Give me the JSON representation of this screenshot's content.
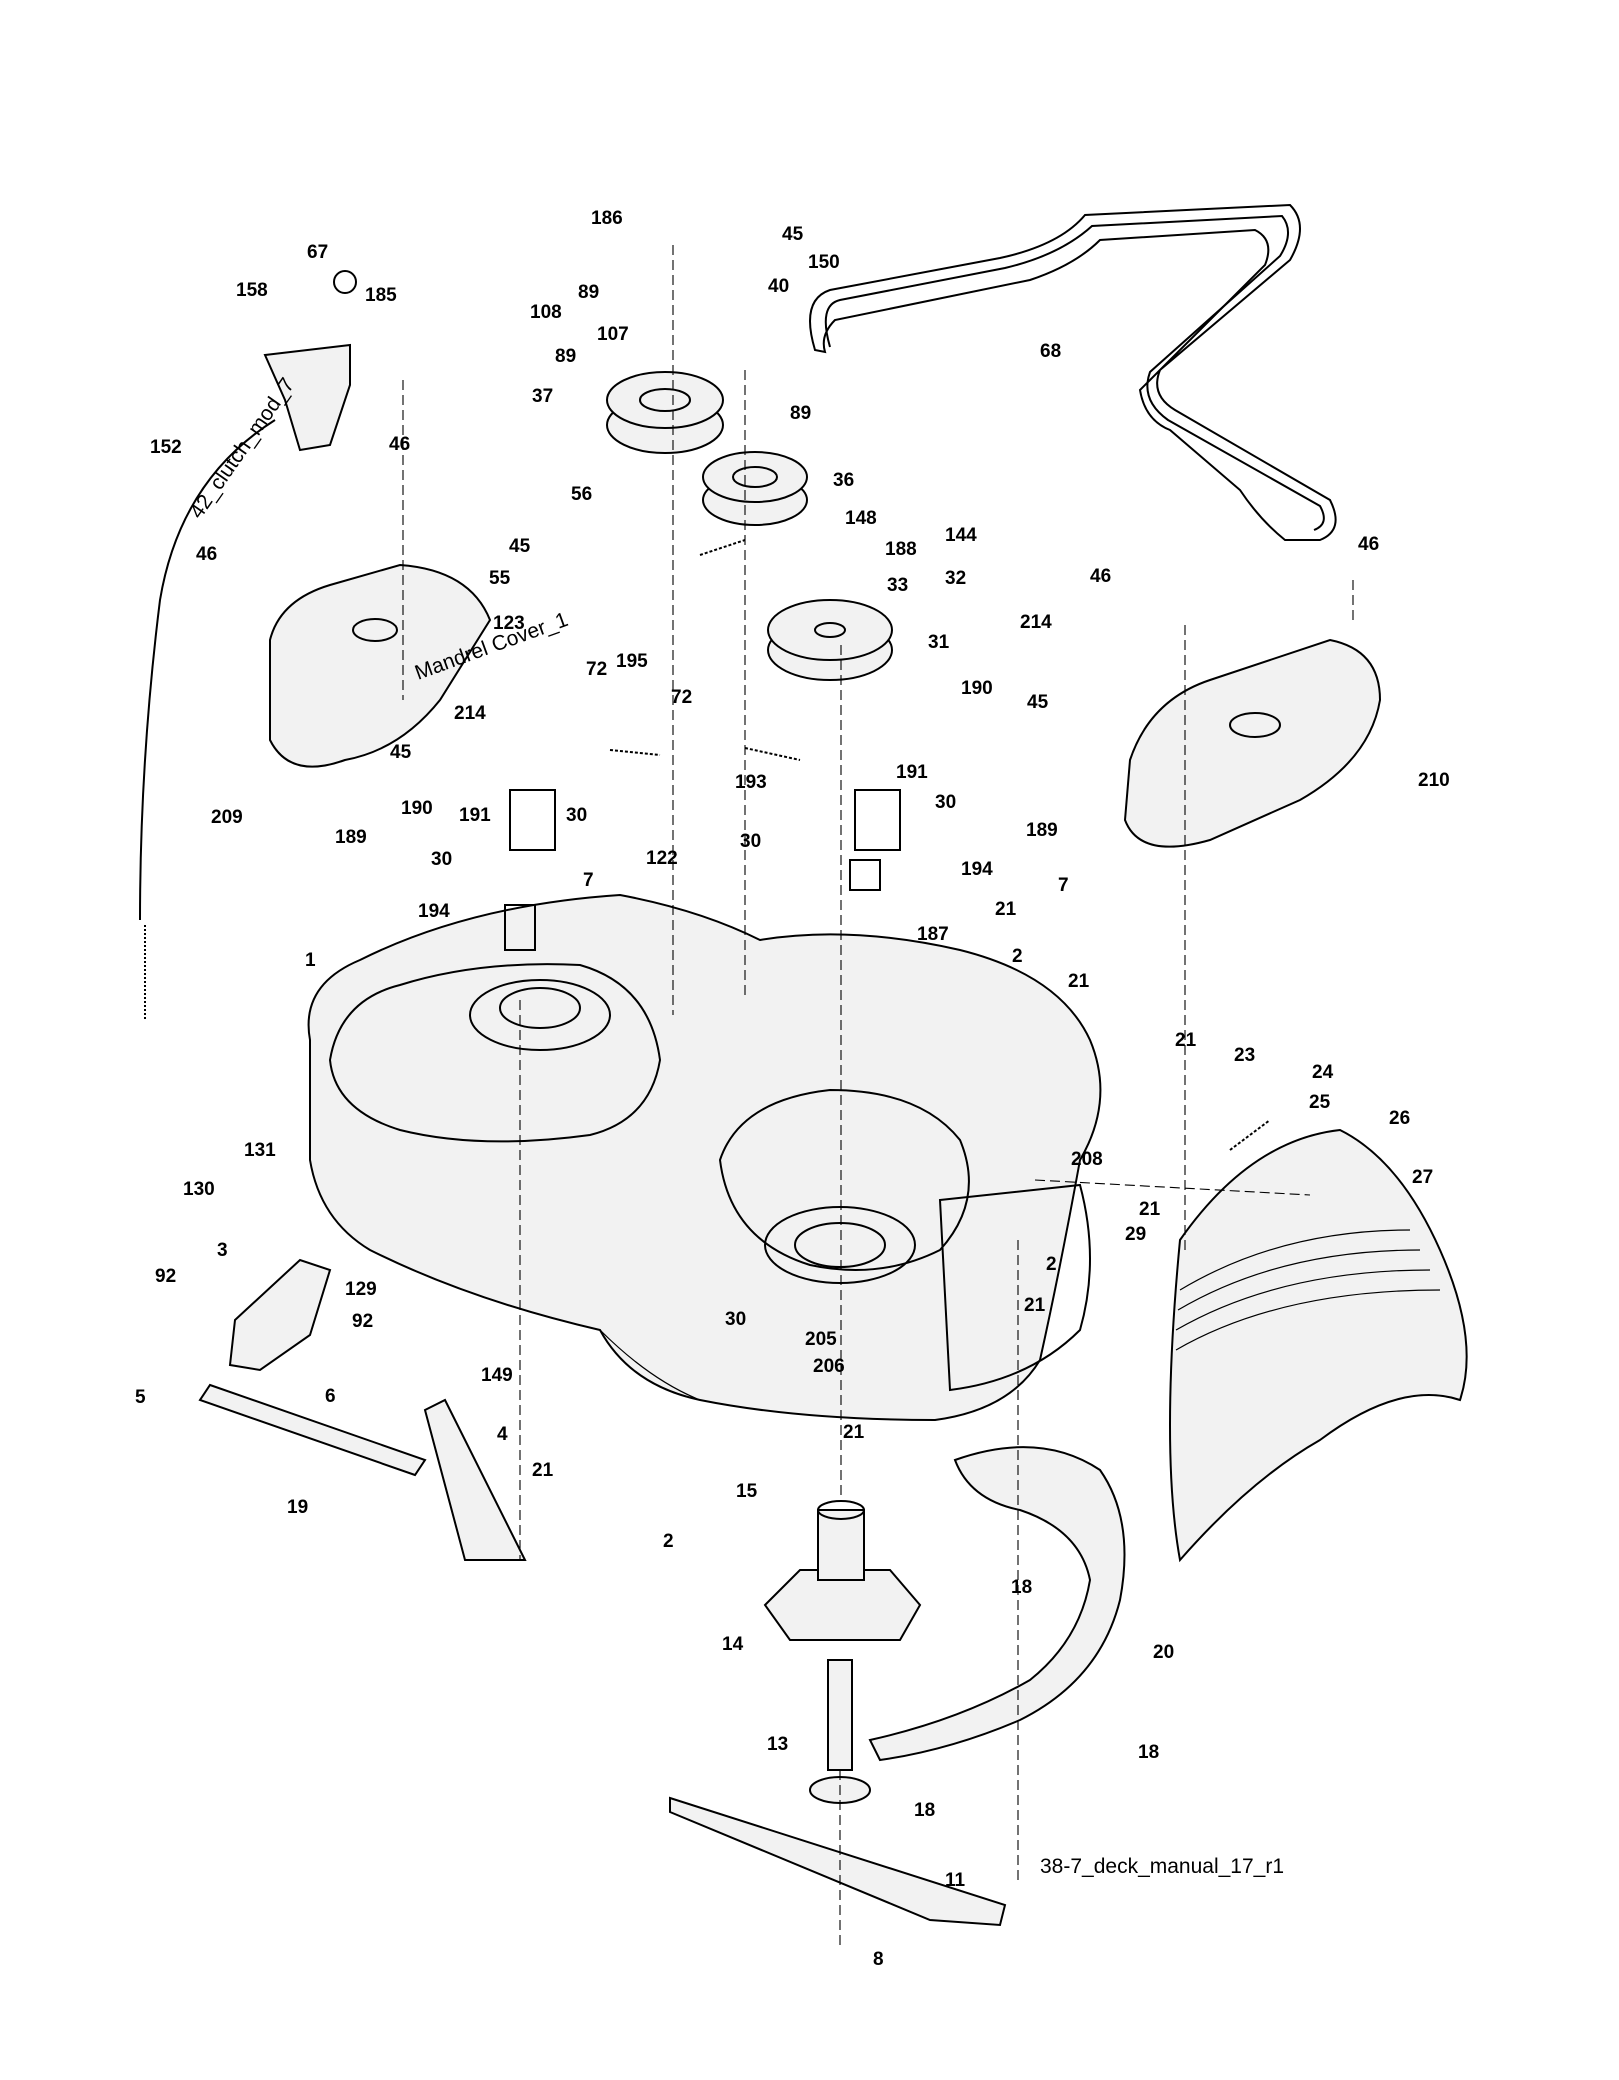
{
  "drawing_id": "38-7_deck_manual_17_r1",
  "part_labels": {
    "mandrel_cover": "Mandrel Cover_1",
    "clutch_cable": "42_clutch_mod_7"
  },
  "callouts": [
    "1",
    "2",
    "3",
    "4",
    "5",
    "6",
    "7",
    "8",
    "11",
    "13",
    "14",
    "15",
    "18",
    "19",
    "20",
    "21",
    "23",
    "24",
    "25",
    "26",
    "27",
    "29",
    "30",
    "31",
    "32",
    "33",
    "36",
    "37",
    "40",
    "45",
    "46",
    "55",
    "56",
    "67",
    "68",
    "72",
    "89",
    "92",
    "107",
    "108",
    "122",
    "123",
    "129",
    "130",
    "131",
    "144",
    "148",
    "149",
    "150",
    "152",
    "158",
    "185",
    "186",
    "187",
    "188",
    "189",
    "190",
    "191",
    "193",
    "194",
    "195",
    "205",
    "206",
    "208",
    "209",
    "210",
    "214"
  ]
}
